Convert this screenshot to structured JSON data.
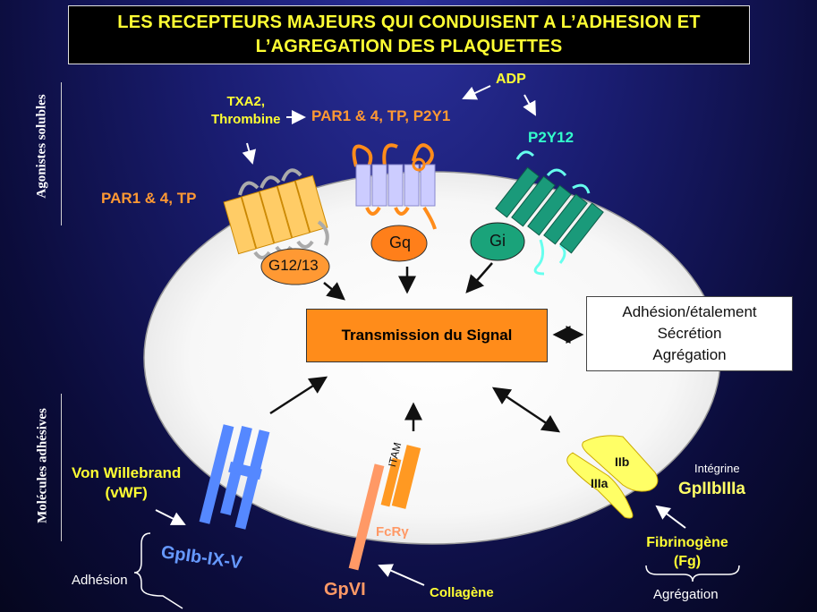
{
  "title": {
    "line1": "LES RECEPTEURS MAJEURS QUI CONDUISENT A L’ADHESION ET",
    "line2": "L’AGREGATION DES PLAQUETTES"
  },
  "sections": {
    "soluble_agonists": "Agonistes solubles",
    "adhesive_molecules": "Molécules adhésives"
  },
  "agonists": {
    "txa2_thrombine": [
      "TXA2,",
      "Thrombine"
    ],
    "par_tp_p2y1": "PAR1 & 4, TP, P2Y1",
    "adp": "ADP",
    "p2y12": "P2Y12",
    "par_tp": "PAR1 & 4, TP"
  },
  "g_proteins": {
    "g12_13": "G12/13",
    "gq": "Gq",
    "gi": "Gi"
  },
  "signal": "Transmission du Signal",
  "outcomes": [
    "Adhésion/étalement",
    "Sécrétion",
    "Agrégation"
  ],
  "adhesive": {
    "vwf": [
      "Von Willebrand",
      "(vWF)"
    ],
    "gpib": "GpIb-IX-V",
    "adhesion": "Adhésion",
    "itam": "ITAM",
    "fcr": "FcRγ",
    "gpvi": "GpVI",
    "collagene": "Collagène",
    "iib": "IIb",
    "iiia": "IIIa",
    "integrine": "Intégrine",
    "gpiibiiia": "GpIIbIIIa",
    "fibrinogene": [
      "Fibrinogène",
      "(Fg)"
    ],
    "agregation": "Agrégation"
  },
  "colors": {
    "title_text": "#ffff33",
    "orange_label": "#ff9933",
    "cyan_label": "#33ffcc",
    "signal_box": "#ff8c1a",
    "gpib": "#6699ff",
    "gpvi": "#ff9966",
    "integrin": "#ffff66"
  }
}
